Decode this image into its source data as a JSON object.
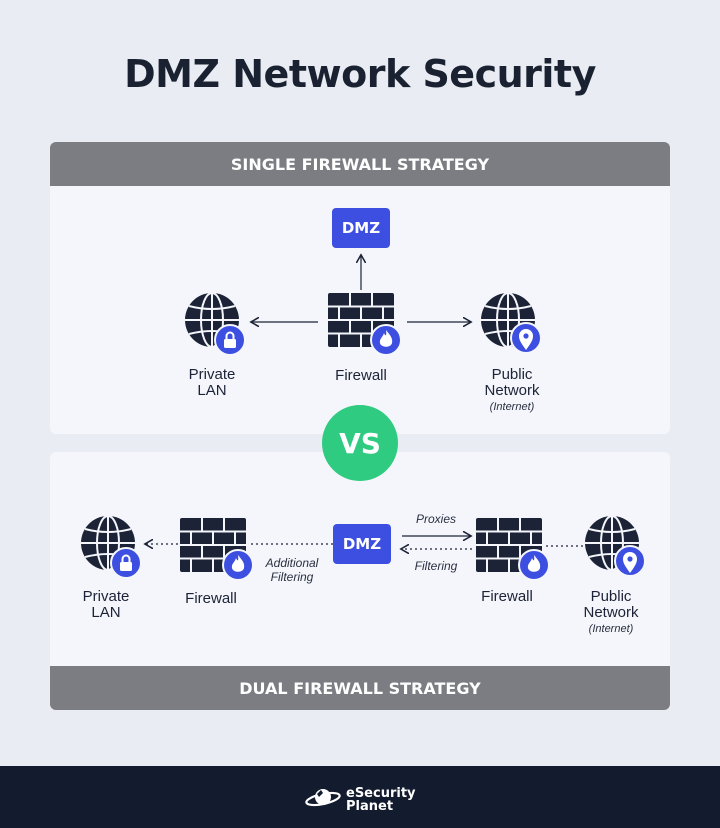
{
  "title": "DMZ Network Security",
  "top_band": "SINGLE FIREWALL STRATEGY",
  "bottom_band": "DUAL FIREWALL STRATEGY",
  "vs": "VS",
  "single": {
    "dmz": "DMZ",
    "private_lan": {
      "line1": "Private",
      "line2": "LAN"
    },
    "firewall": "Firewall",
    "public_network": {
      "line1": "Public",
      "line2": "Network",
      "sub": "(Internet)"
    }
  },
  "dual": {
    "dmz": "DMZ",
    "private_lan": {
      "line1": "Private",
      "line2": "LAN"
    },
    "firewall_left": "Firewall",
    "firewall_right": "Firewall",
    "public_network": {
      "line1": "Public",
      "line2": "Network",
      "sub": "(Internet)"
    },
    "additional_filtering": {
      "line1": "Additional",
      "line2": "Filtering"
    },
    "proxies": "Proxies",
    "filtering": "Filtering"
  },
  "brand": {
    "line1": "eSecurity",
    "line2": "Planet"
  },
  "colors": {
    "accent_blue": "#3d4fe0",
    "vs_green": "#2ecb80",
    "band_gray": "#7b7d82",
    "footer_navy": "#131c2e",
    "icon_dark": "#1c2336"
  }
}
